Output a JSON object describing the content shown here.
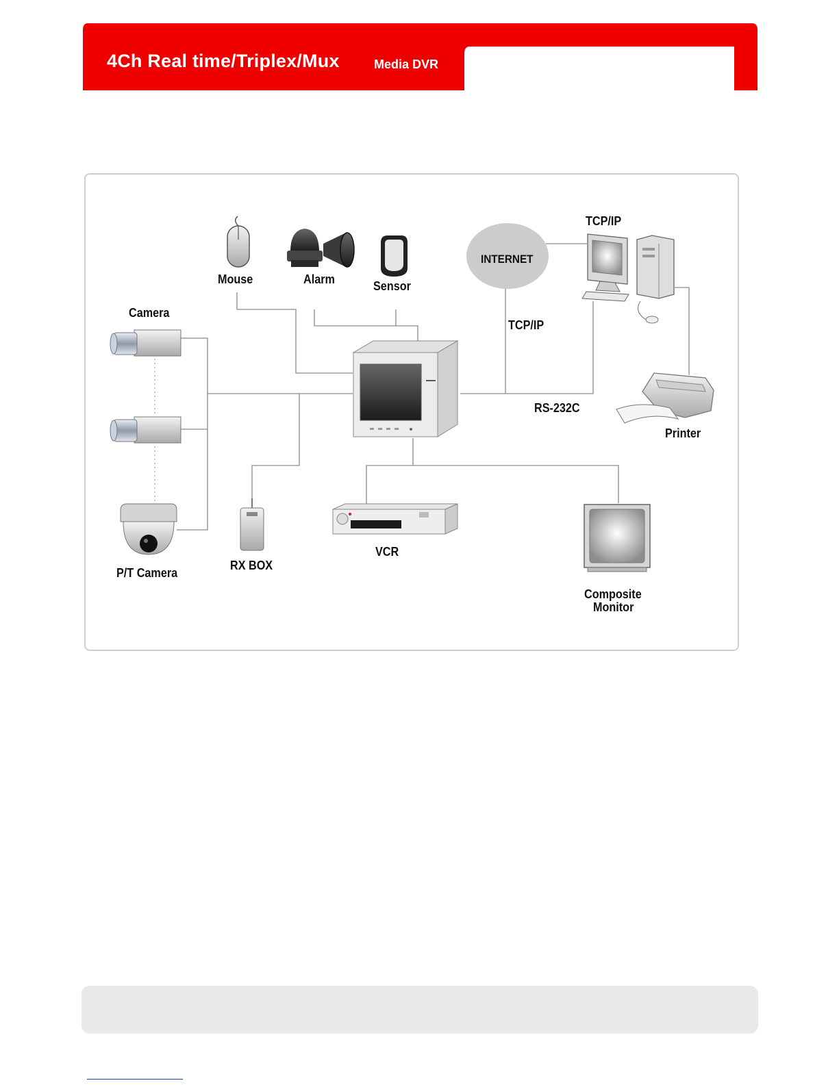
{
  "banner": {
    "title": "4Ch Real time/Triplex/Mux",
    "subtitle": "Media DVR",
    "color": "#ee0000"
  },
  "diagram": {
    "labels": {
      "mouse": "Mouse",
      "alarm": "Alarm",
      "sensor": "Sensor",
      "internet": "INTERNET",
      "tcpip_top": "TCP/IP",
      "tcpip_mid": "TCP/IP",
      "rs232c": "RS-232C",
      "printer": "Printer",
      "camera": "Camera",
      "pt_camera": "P/T Camera",
      "rx_box": "RX BOX",
      "vcr": "VCR",
      "composite_line1": "Composite",
      "composite_line2": "Monitor"
    },
    "connector_color": "#8a8a8a"
  }
}
